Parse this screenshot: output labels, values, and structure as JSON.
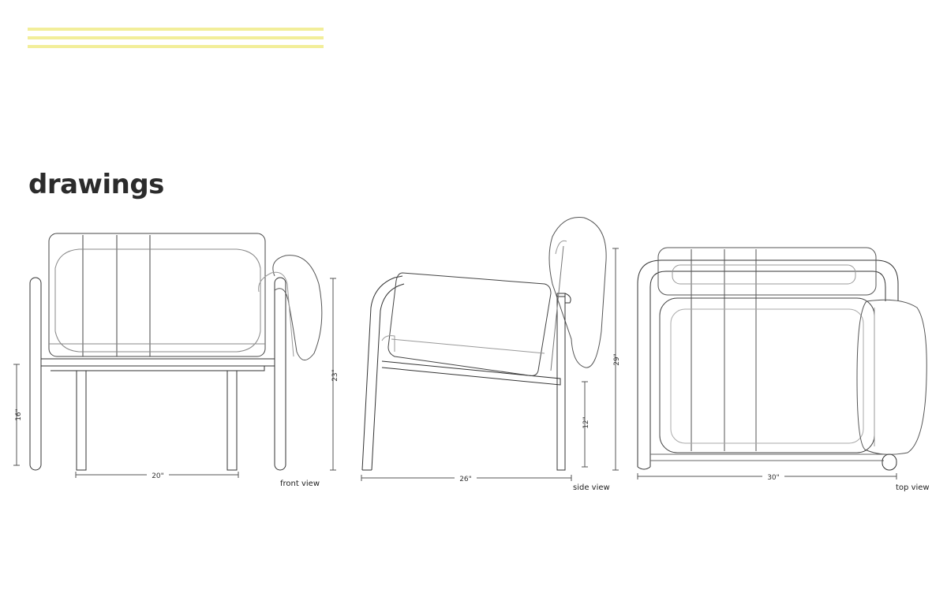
{
  "page": {
    "title": "drawings",
    "accent_color": "#f2ee9a",
    "line_color": "#333333"
  },
  "views": {
    "front": {
      "label": "front view",
      "dims": {
        "width": "20\"",
        "height": "23\"",
        "seat_height": "16\""
      }
    },
    "side": {
      "label": "side view",
      "dims": {
        "depth": "26\"",
        "height": "29\"",
        "seat_height": "12\""
      }
    },
    "top": {
      "label": "top view",
      "dims": {
        "width": "30\""
      }
    }
  }
}
